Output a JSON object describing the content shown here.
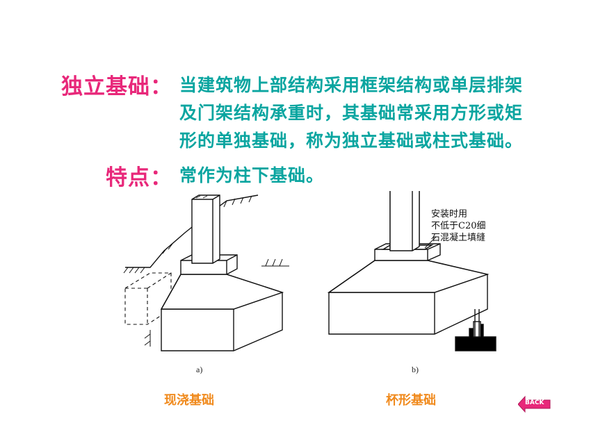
{
  "content": {
    "term_independent": "独立基础：",
    "definition_lines": [
      "当建筑物上部结构采用框架结构或单层排架",
      "及门架结构承重时，其基础常采用方形或矩",
      "形的单独基础，称为独立基础或柱式基础。"
    ],
    "term_feature": "特点：",
    "feature_text": "常作为柱下基础。"
  },
  "figures": {
    "a_label": "a)",
    "b_label": "b)",
    "b_note_lines": [
      "安装时用",
      "不低于C20细",
      "石混凝土填缝"
    ]
  },
  "captions": {
    "a": "现浇基础",
    "b": "杯形基础"
  },
  "nav": {
    "back_label": "BACK",
    "back_icon": "back-arrow-icon",
    "back_color": "#e8287a"
  },
  "colors": {
    "term": "#e8287a",
    "body": "#0aa5a0",
    "caption": "#f08a1d"
  }
}
